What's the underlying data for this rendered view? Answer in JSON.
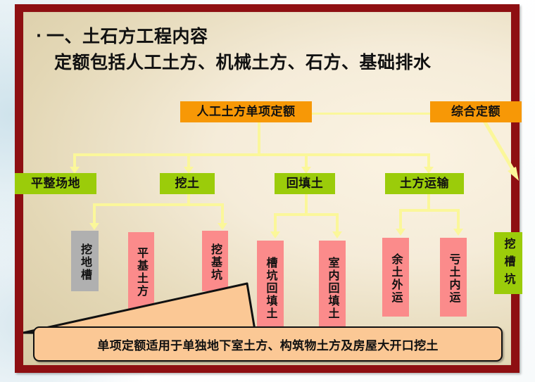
{
  "slide": {
    "heading_bullet": "·",
    "heading_line1": "一、土石方工程内容",
    "heading_line2": "定额包括人工土方、机械土方、石方、基础排水"
  },
  "colors": {
    "frame": "#8e0f12",
    "orange_node": "#f79806",
    "green_node": "#9bcc0a",
    "pink_node": "#fb8b8b",
    "gray_node": "#b0b0b0",
    "connector": "#fbf79a",
    "callout_fill": "#fbc895"
  },
  "diagram": {
    "root": "人工土方单项定额",
    "aside_root": "综合定额",
    "aside_child": "挖槽坑",
    "level1": [
      "平整场地",
      "挖土",
      "回填土",
      "土方运输"
    ],
    "level2": {
      "excavation": [
        "挖地槽",
        "平基土方",
        "挖基坑"
      ],
      "backfill": [
        "槽坑回填土",
        "室内回填土"
      ],
      "transport": [
        "余土外运",
        "亏土内运"
      ]
    }
  },
  "callout": {
    "text": "单项定额适用于单独地下室土方、构筑物土方及房屋大开口挖土"
  }
}
